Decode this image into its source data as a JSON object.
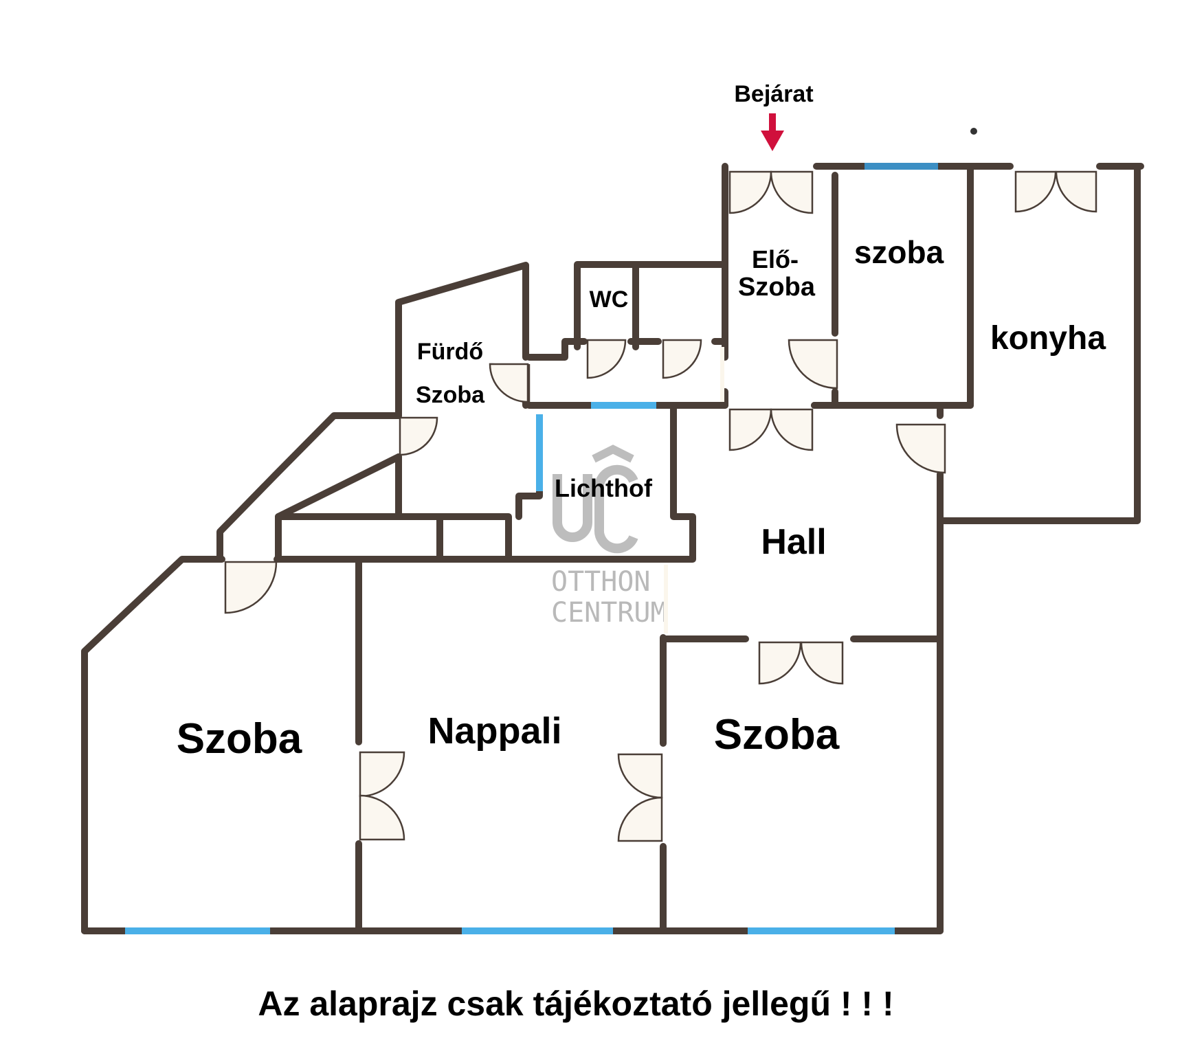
{
  "entrance": {
    "label": "Bejárat",
    "arrow_color": "#d0103c"
  },
  "rooms": {
    "furdo_line1": "Fürdő",
    "furdo_line2": "Szoba",
    "wc": "WC",
    "elo_line1": "Elő-",
    "elo_line2": "Szoba",
    "szoba_small": "szoba",
    "konyha": "konyha",
    "lichthof": "Lichthof",
    "hall": "Hall",
    "szoba_left": "Szoba",
    "nappali": "Nappali",
    "szoba_right": "Szoba"
  },
  "watermark": {
    "line1": "OTTHON",
    "line2": "CENTRUM"
  },
  "disclaimer": "Az alaprajz csak tájékoztató jellegű ! ! !",
  "colors": {
    "wall": "#4a3e37",
    "window": "#4ab0e8",
    "door_fill": "#fbf7f0",
    "watermark": "#b9b9b9"
  }
}
